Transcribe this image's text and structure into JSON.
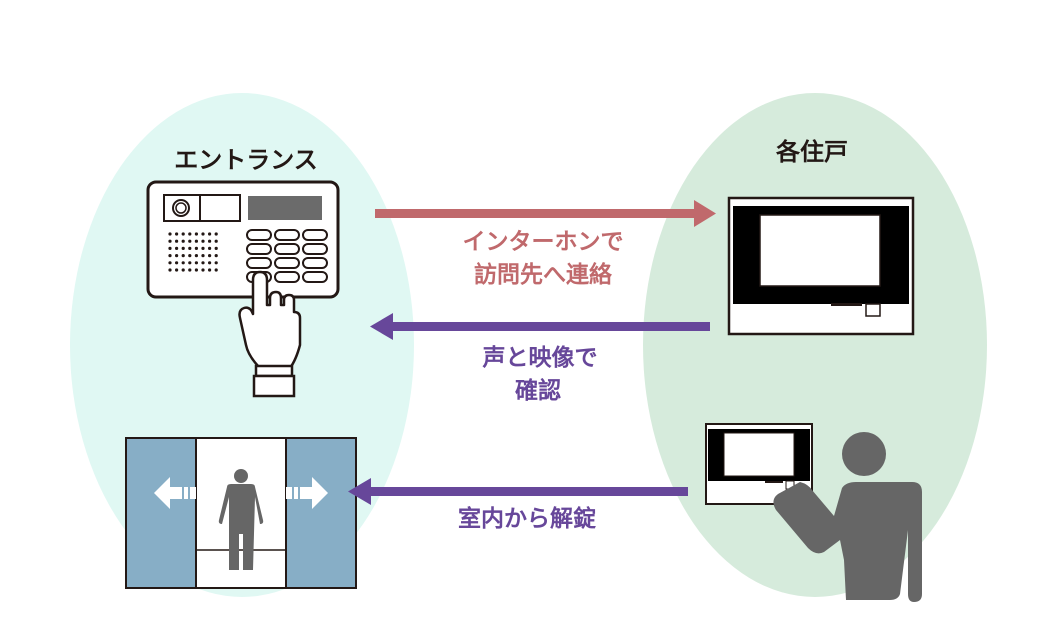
{
  "diagram": {
    "entrance": {
      "title": "エントランス",
      "zone_color": "#e0f8f3"
    },
    "residence": {
      "title": "各住戸",
      "zone_color": "#d6ebdc"
    },
    "flows": [
      {
        "direction": "entrance-to-residence",
        "lines": [
          "インターホンで",
          "訪問先へ連絡"
        ],
        "color": "#c0696c"
      },
      {
        "direction": "residence-to-entrance",
        "lines": [
          "声と映像で",
          "確認"
        ],
        "color": "#67479a"
      },
      {
        "direction": "residence-to-entrance",
        "lines": [
          "室内から解錠"
        ],
        "color": "#67479a"
      }
    ],
    "colors": {
      "title_text": "#231815",
      "device_outline": "#231815",
      "display_gray": "#6b6b6b",
      "figure_gray": "#666666",
      "door_blue": "#87aec6"
    }
  }
}
